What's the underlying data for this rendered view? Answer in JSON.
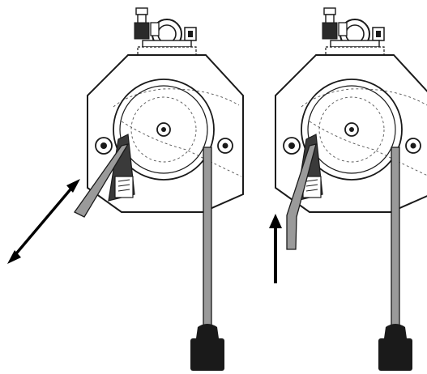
{
  "diagram": {
    "panels": [
      {
        "id": "left",
        "rope_state": "released-angled",
        "arrow_type": "double-headed-diagonal"
      },
      {
        "id": "right",
        "rope_state": "pulled-upward",
        "arrow_type": "single-up"
      }
    ],
    "colors": {
      "line": "#1a1a1a",
      "rope_fill": "#9a9a9a",
      "housing_fill": "#ffffff",
      "weight_fill": "#1a1a1a",
      "arrow": "#000000"
    },
    "icons": [
      "beam-clamp-icon",
      "pulley-icon",
      "rope-cam-icon",
      "weight-icon",
      "arrow-icon"
    ]
  }
}
